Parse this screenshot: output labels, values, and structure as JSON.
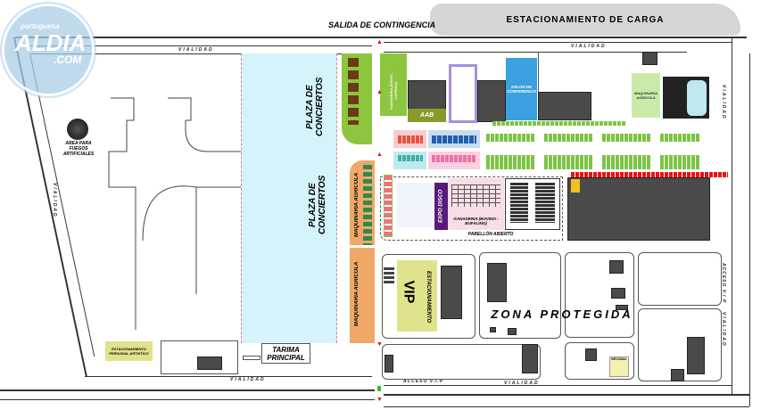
{
  "watermark": {
    "brand_top": "portuguesa",
    "brand_main": "ALDIA",
    "brand_suffix": ".COM"
  },
  "top": {
    "exit_label": "SALIDA DE CONTINGENCIA",
    "loading_parking": "ESTACIONAMIENTO DE CARGA"
  },
  "roads": {
    "top": "VIALIDAD",
    "bottom": "VIALIDAD",
    "left": "VIALIDAD",
    "right": "VIALIDAD",
    "right_lower": "VIALIDAD",
    "bottom_right": "VIALIDAD",
    "vip_access": "ACCESO V.I.P",
    "vip_access_right": "ACCESO V.I.P"
  },
  "areas": {
    "fireworks": "AREA PARA FUEGOS ARTIFICIALES",
    "concert_plaza_1": "PLAZA DE CONCIERTOS",
    "concert_plaza_2": "PLAZA DE CONCIERTOS",
    "agri_machinery_1": "MAQUINARIA AGRICOLA",
    "agri_machinery_2": "MAQUINARIA AGRICOLA",
    "livestock_goat": "GANADERIA (OVINO - CAPRINO)",
    "aab": "AAB",
    "conference_hall": "SALON DE CONFERENCIA",
    "agri_machinery_3": "MAQUINARIA AGRICOLA",
    "expo_disco": "EXPO DISCO",
    "livestock_cattle": "GANADERIA (BOVINO - BUFALINO)",
    "open_pavilion": "PABELLÓN ABIERTO",
    "vip_parking_title": "ESTACIONAMIENTO",
    "vip_parking_big": "VIP",
    "protected_zone": "ZONA PROTEGIDA",
    "main_stage": "TARIMA PRINCIPAL",
    "artist_parking": "ESTACIONAMIENTO PERSONAL ARTISTICO",
    "recomal": "RECOMAL"
  },
  "colors": {
    "plaza": "#d4f3fb",
    "green": "#8cc63f",
    "orange": "#f0a868",
    "purple": "#5a1a7a",
    "blue_hall": "#3aa0e0",
    "vip_yellow": "#e0e38c",
    "red_stand": "#ee1111",
    "dark": "#4a4a4a"
  }
}
